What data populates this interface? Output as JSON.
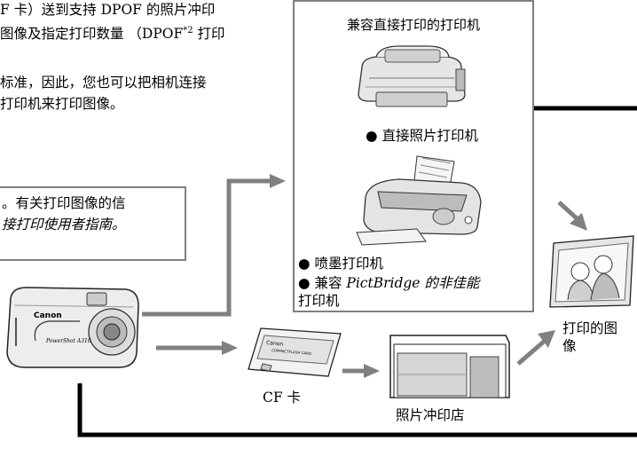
{
  "intro": {
    "line1": "F 卡）送到支持 DPOF 的照片冲印",
    "line2": "图像及指定打印数量 （DPOF",
    "line2_sup": "*2",
    "line2_tail": " 打印",
    "line3": "标准，因此，您也可以把相机连接",
    "line4": "打印机来打印图像。"
  },
  "note": {
    "line1": "。有关打印图像的信",
    "line2": "接打印使用者指南。"
  },
  "printer_box": {
    "title": "兼容直接打印的打印机",
    "photo_printer": "直接照片打印机",
    "inkjet": "喷墨打印机",
    "pictbridge_prefix": "兼容 ",
    "pictbridge_italic": "PictBridge 的非佳能",
    "pictbridge_line2": "打印机"
  },
  "bullet_glyph": "●",
  "labels": {
    "cf_card": "CF 卡",
    "photo_lab": "照片冲印店",
    "printed_image_1": "打印的图",
    "printed_image_2": "像"
  },
  "camera": {
    "brand": "Canon",
    "model": "PowerShot A310"
  },
  "cf_card_print": {
    "brand": "Canon",
    "name": "COMPACTFLASH CARD"
  },
  "colors": {
    "arrow_gray": "#808080",
    "box_border": "#808080",
    "connector": "#000000"
  }
}
